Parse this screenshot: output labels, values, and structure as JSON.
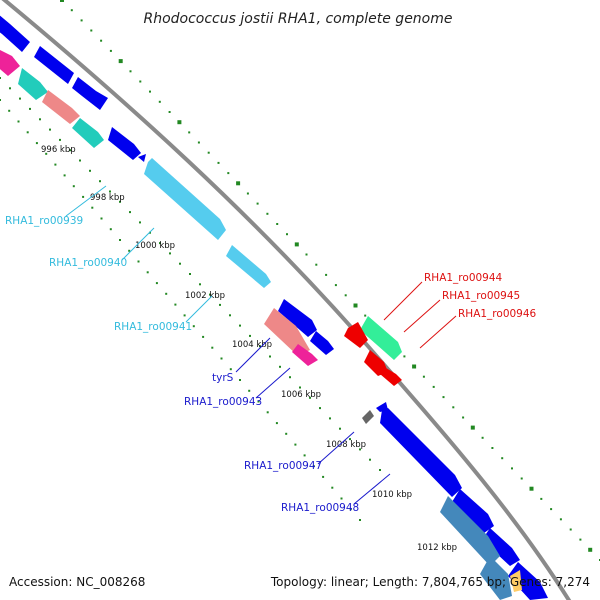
{
  "title": "Rhodococcus jostii RHA1, complete genome",
  "footer": {
    "accession": "Accession: NC_008268",
    "topology": "Topology: linear; Length: 7,804,765 bp; Genes: 7,274"
  },
  "ticks": [
    "996 kbp",
    "998 kbp",
    "1000 kbp",
    "1002 kbp",
    "1004 kbp",
    "1006 kbp",
    "1008 kbp",
    "1010 kbp",
    "1012 kbp"
  ],
  "gene_labels": [
    {
      "text": "RHA1_ro00939",
      "color": "#33bbdd"
    },
    {
      "text": "RHA1_ro00940",
      "color": "#33bbdd"
    },
    {
      "text": "RHA1_ro00941",
      "color": "#33bbdd"
    },
    {
      "text": "tyrS",
      "color": "#1a1acc"
    },
    {
      "text": "RHA1_ro00943",
      "color": "#1a1acc"
    },
    {
      "text": "RHA1_ro00944",
      "color": "#dd1111"
    },
    {
      "text": "RHA1_ro00945",
      "color": "#dd1111"
    },
    {
      "text": "RHA1_ro00946",
      "color": "#dd1111"
    },
    {
      "text": "RHA1_ro00947",
      "color": "#1a1acc"
    },
    {
      "text": "RHA1_ro00948",
      "color": "#1a1acc"
    }
  ],
  "colors": {
    "backbone": "#888888",
    "tick_dots": "#228822",
    "gene_blue": "#0000ee",
    "gene_cyan": "#55ccee",
    "gene_teal": "#22ccbb",
    "gene_salmon": "#ee8888",
    "gene_magenta": "#ee2299",
    "gene_red": "#ee0000",
    "gene_mint": "#33ee99",
    "gene_steel": "#4488bb",
    "gene_gray": "#666666"
  }
}
